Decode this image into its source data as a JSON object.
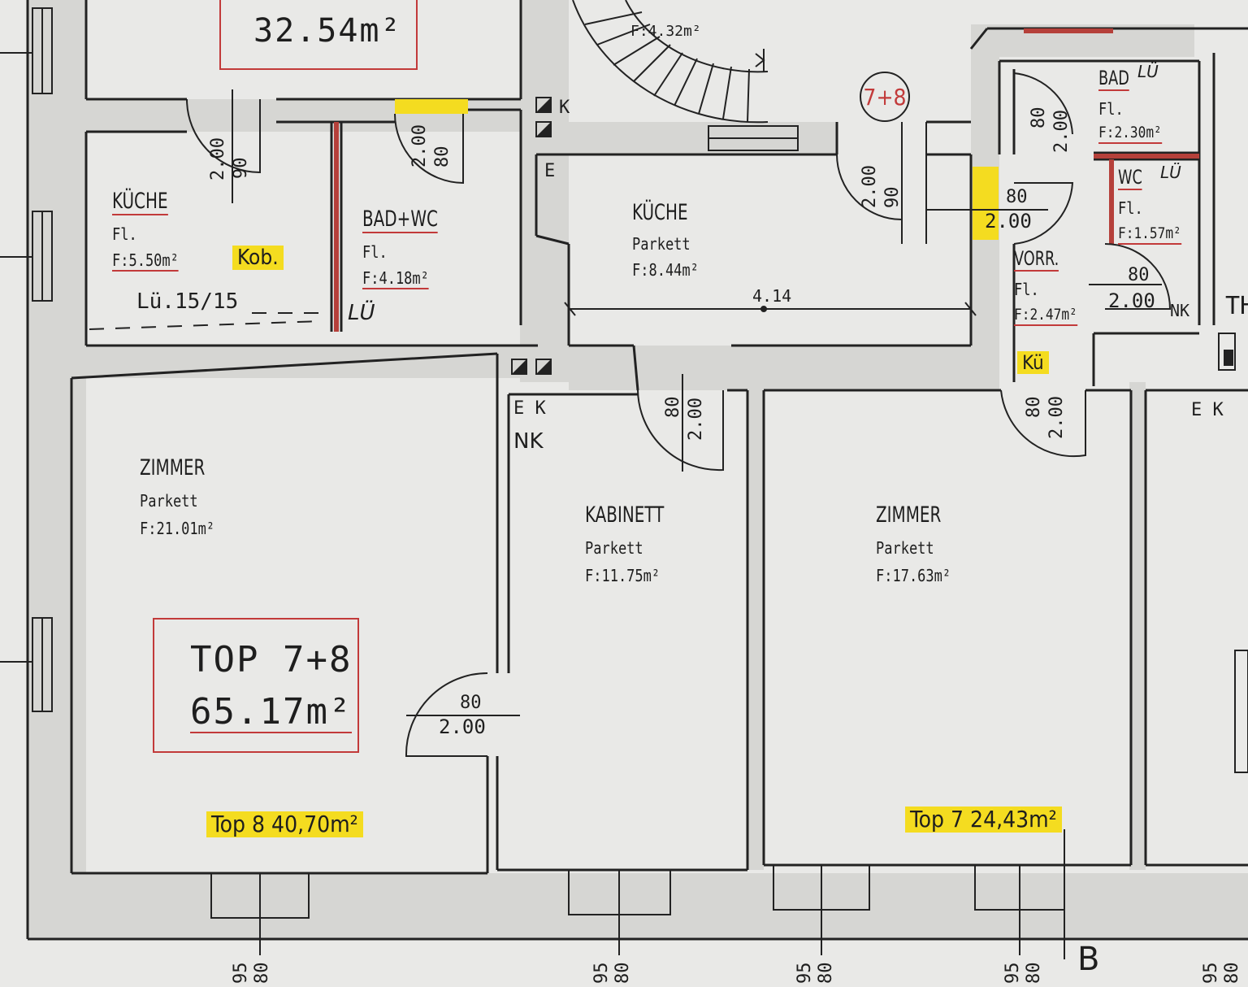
{
  "plan": {
    "top_area_box": "32.54m²",
    "unit_badge": "7+8",
    "stair_area": "F:4.32m²",
    "rooms": {
      "kueche_left": {
        "name": "KÜCHE",
        "floor": "Fl.",
        "area": "F:5.50m²"
      },
      "kab_label": "Kob.",
      "ventilation_left": "Lü.15/15",
      "bad_wc": {
        "name": "BAD+WC",
        "floor": "Fl.",
        "area": "F:4.18m²"
      },
      "lue_mark_1": "LÜ",
      "kueche_center": {
        "name": "KÜCHE",
        "floor": "Parkett",
        "area": "F:8.44m²"
      },
      "kueche_dimension": "4.14",
      "bad_right": {
        "name": "BAD",
        "floor": "Fl.",
        "area": "F:2.30m²"
      },
      "lue_mark_bad": "LÜ",
      "wc_right": {
        "name": "WC",
        "floor": "Fl.",
        "area": "F:1.57m²"
      },
      "lue_mark_wc": "LÜ",
      "vorr": {
        "name": "VORR.",
        "floor": "Fl.",
        "area": "F:2.47m²"
      },
      "kue_label": "Kü",
      "zimmer_left": {
        "name": "ZIMMER",
        "floor": "Parkett",
        "area": "F:21.01m²"
      },
      "kabinett": {
        "name": "KABINETT",
        "floor": "Parkett",
        "area": "F:11.75m²"
      },
      "zimmer_right": {
        "name": "ZIMMER",
        "floor": "Parkett",
        "area": "F:17.63m²"
      }
    },
    "top_box": {
      "line1": "TOP 7+8",
      "line2": "65.17m²"
    },
    "top8_label": "Top 8 40,70m²",
    "top7_label": "Top 7 24,43m²",
    "marks": {
      "k1": "K",
      "e1": "E",
      "ek1": "E K",
      "nk1": "NK",
      "ek2": "E K",
      "nk2": "NK",
      "th": "TH"
    },
    "door_dims": {
      "d1_w": "90",
      "d1_h": "2.00",
      "d2_w": "80",
      "d2_h": "2.00",
      "d3_w": "90",
      "d3_h": "2.00",
      "d4_w": "80",
      "d4_h": "2.00",
      "d5_w": "80",
      "d5_h": "2.00",
      "d6_w": "80",
      "d6_h": "2.00",
      "d7_w": "80",
      "d7_h": "2.00",
      "d8_w": "80",
      "d8_h": "2.00",
      "d9_w": "80",
      "d9_h": "2.00"
    },
    "window_dims": [
      "95",
      "80",
      "95",
      "80",
      "95",
      "80",
      "95",
      "80",
      "95",
      "80"
    ],
    "section_mark": "B",
    "colors": {
      "wall": "#222222",
      "red_line": "#c23a3a",
      "highlight": "#f4dc20",
      "paper": "#e9e9e7",
      "wall_fill": "#d9d9d6"
    }
  }
}
